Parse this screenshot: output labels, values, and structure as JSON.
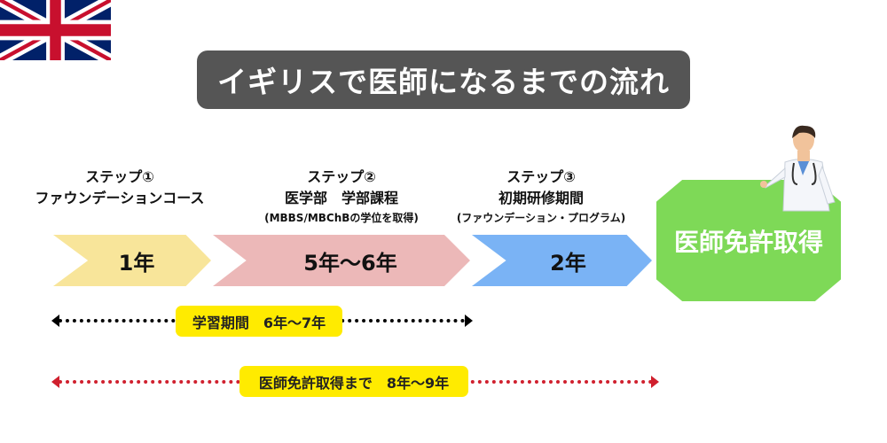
{
  "title": "イギリスで医師になるまでの流れ",
  "flag": "united-kingdom-flag",
  "steps": [
    {
      "heading": "ステップ①",
      "name": "ファウンデーションコース",
      "note": "",
      "duration": "1年",
      "color": "#f8e59a"
    },
    {
      "heading": "ステップ②",
      "name": "医学部　学部課程",
      "note": "(MBBS/MBChBの学位を取得)",
      "duration": "5年〜6年",
      "color": "#ecb8b8"
    },
    {
      "heading": "ステップ③",
      "name": "初期研修期間",
      "note": "(ファウンデーション・プログラム)",
      "duration": "2年",
      "color": "#7ab3f5"
    }
  ],
  "goal": {
    "label": "医師免許取得",
    "color": "#7ed957"
  },
  "spans": [
    {
      "label": "学習期間　6年〜7年",
      "color": "#000000"
    },
    {
      "label": "医師免許取得まで　8年〜9年",
      "color": "#d0202e"
    }
  ]
}
